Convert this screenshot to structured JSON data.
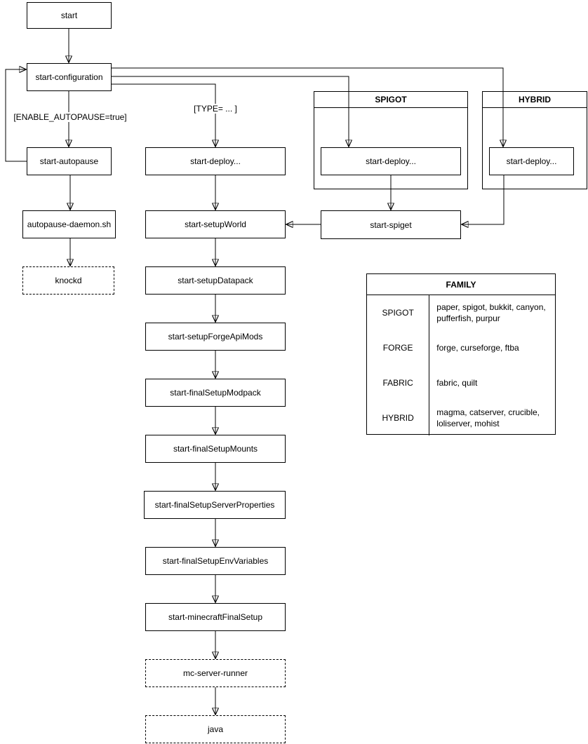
{
  "nodes": {
    "start": "start",
    "start_configuration": "start-configuration",
    "start_autopause": "start-autopause",
    "autopause_daemon": "autopause-daemon.sh",
    "knockd": "knockd",
    "start_deploy_main": "start-deploy...",
    "start_setup_world": "start-setupWorld",
    "start_setup_datapack": "start-setupDatapack",
    "start_setup_forge_api_mods": "start-setupForgeApiMods",
    "start_final_setup_modpack": "start-finalSetupModpack",
    "start_final_setup_mounts": "start-finalSetupMounts",
    "start_final_setup_server_properties": "start-finalSetupServerProperties",
    "start_final_setup_env_variables": "start-finalSetupEnvVariables",
    "start_minecraft_final_setup": "start-minecraftFinalSetup",
    "mc_server_runner": "mc-server-runner",
    "java": "java",
    "start_deploy_spigot": "start-deploy...",
    "start_deploy_hybrid": "start-deploy...",
    "start_spiget": "start-spiget"
  },
  "containers": {
    "spigot_title": "SPIGOT",
    "hybrid_title": "HYBRID"
  },
  "edge_labels": {
    "enable_autopause": "[ENABLE_AUTOPAUSE=true]",
    "type": "[TYPE= ... ]"
  },
  "family_table": {
    "title": "FAMILY",
    "rows": [
      {
        "family": "SPIGOT",
        "members": "paper, spigot, bukkit, canyon, pufferfish, purpur"
      },
      {
        "family": "FORGE",
        "members": "forge, curseforge, ftba"
      },
      {
        "family": "FABRIC",
        "members": "fabric, quilt"
      },
      {
        "family": "HYBRID",
        "members": "magma, catserver, crucible, loliserver, mohist"
      }
    ]
  },
  "colors": {
    "stroke": "#000000",
    "fill": "#ffffff",
    "text": "#000000"
  }
}
